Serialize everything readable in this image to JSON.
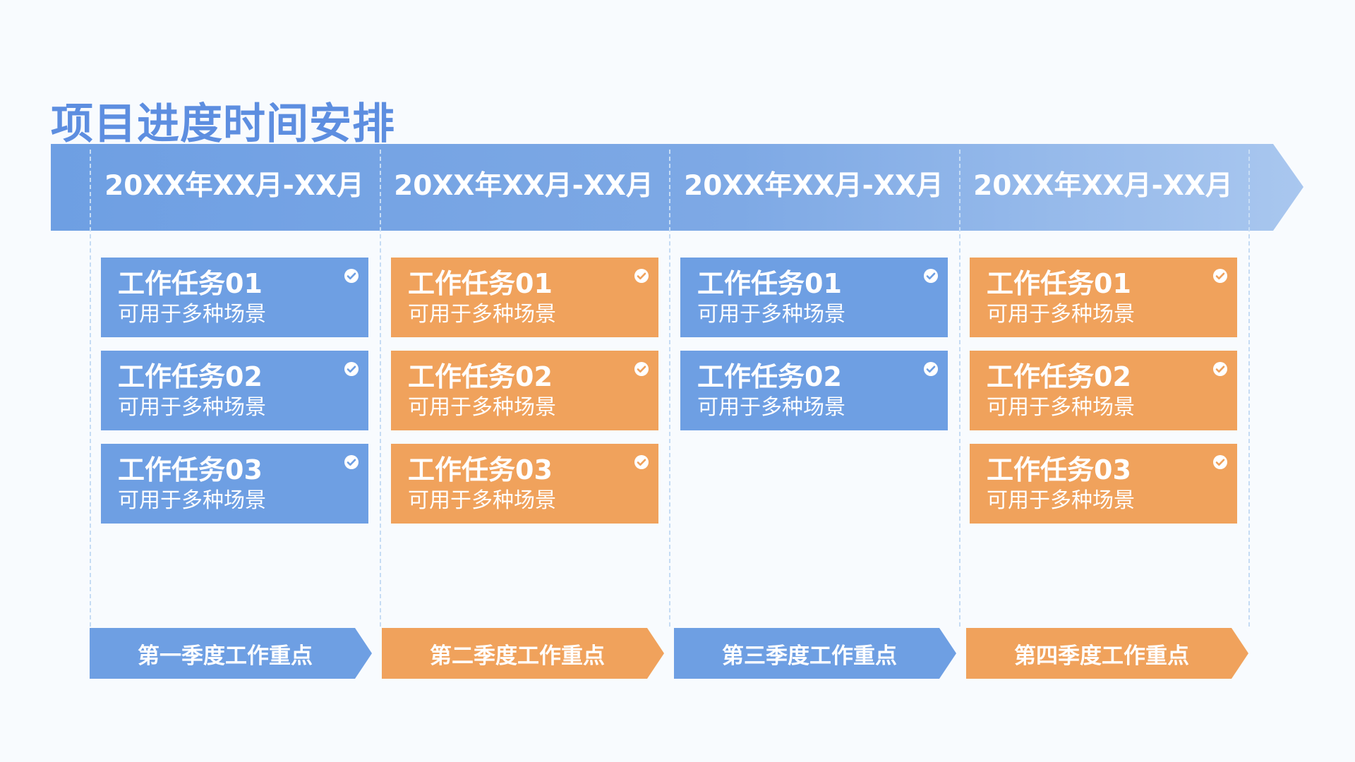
{
  "title": "项目进度时间安排",
  "colors": {
    "blue": "#6e9fe3",
    "orange": "#f0a25c",
    "title": "#5d8ee0",
    "background": "#f8fbfe"
  },
  "phases": [
    {
      "date": "20XX年XX月-XX月",
      "color": "blue",
      "footer": "第一季度工作重点",
      "tasks": [
        {
          "title": "工作任务01",
          "subtitle": "可用于多种场景"
        },
        {
          "title": "工作任务02",
          "subtitle": "可用于多种场景"
        },
        {
          "title": "工作任务03",
          "subtitle": "可用于多种场景"
        }
      ]
    },
    {
      "date": "20XX年XX月-XX月",
      "color": "orange",
      "footer": "第二季度工作重点",
      "tasks": [
        {
          "title": "工作任务01",
          "subtitle": "可用于多种场景"
        },
        {
          "title": "工作任务02",
          "subtitle": "可用于多种场景"
        },
        {
          "title": "工作任务03",
          "subtitle": "可用于多种场景"
        }
      ]
    },
    {
      "date": "20XX年XX月-XX月",
      "color": "blue",
      "footer": "第三季度工作重点",
      "tasks": [
        {
          "title": "工作任务01",
          "subtitle": "可用于多种场景"
        },
        {
          "title": "工作任务02",
          "subtitle": "可用于多种场景"
        }
      ]
    },
    {
      "date": "20XX年XX月-XX月",
      "color": "orange",
      "footer": "第四季度工作重点",
      "tasks": [
        {
          "title": "工作任务01",
          "subtitle": "可用于多种场景"
        },
        {
          "title": "工作任务02",
          "subtitle": "可用于多种场景"
        },
        {
          "title": "工作任务03",
          "subtitle": "可用于多种场景"
        }
      ]
    }
  ]
}
